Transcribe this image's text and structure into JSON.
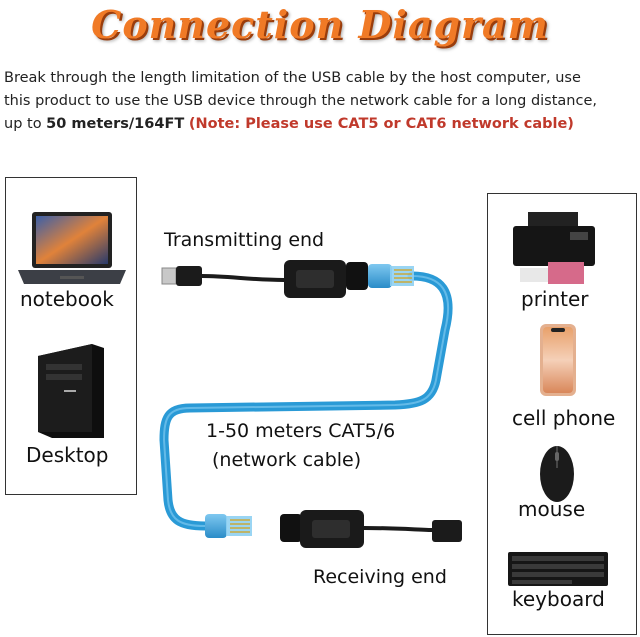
{
  "title": "Connection Diagram",
  "description": {
    "line1": "Break through the length limitation of the USB cable by the host computer, use",
    "line2": "this product to use the USB device through the network cable for a long distance,",
    "line3_prefix": "up to ",
    "line3_bold": "50 meters/164FT",
    "line3_note": "(Note: Please use CAT5 or CAT6 network cable)"
  },
  "left_devices": [
    "notebook",
    "Desktop"
  ],
  "right_devices": [
    "printer",
    "cell phone",
    "mouse",
    "keyboard"
  ],
  "labels": {
    "transmitting": "Transmitting end",
    "receiving": "Receiving end",
    "cable_line1": "1-50 meters CAT5/6",
    "cable_line2": "(network cable)"
  },
  "colors": {
    "title": "#f07a26",
    "note": "#c0392b",
    "cable": "#2a9ad6",
    "adapter": "#1a1a1a"
  }
}
